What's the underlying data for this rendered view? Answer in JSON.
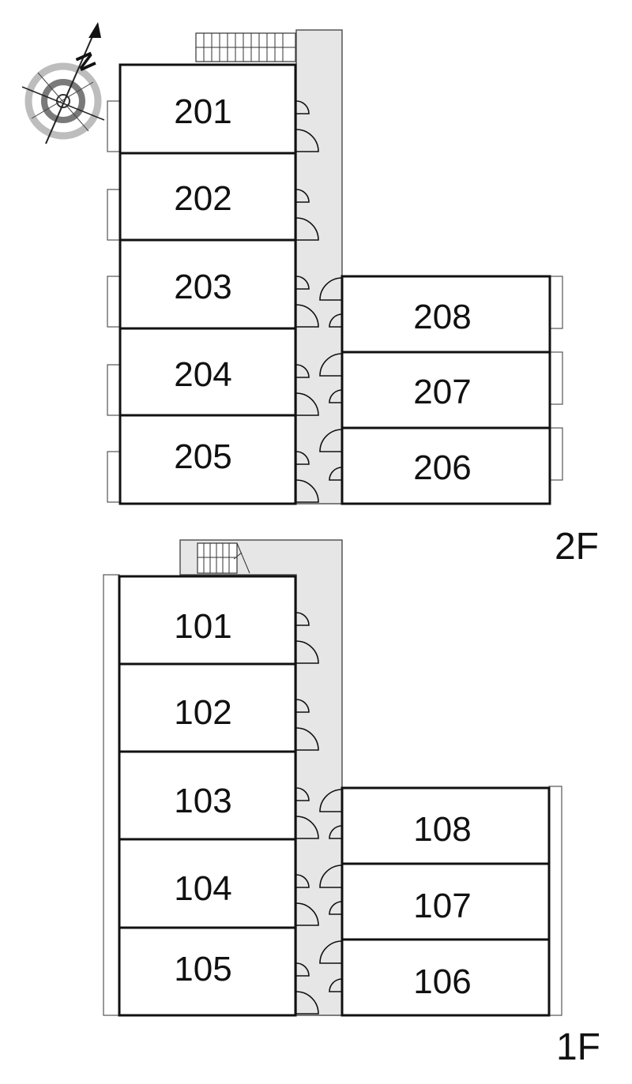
{
  "floors": [
    {
      "label": "2F",
      "west_rooms": [
        "201",
        "202",
        "203",
        "204",
        "205"
      ],
      "east_rooms": [
        "208",
        "207",
        "206"
      ]
    },
    {
      "label": "1F",
      "west_rooms": [
        "101",
        "102",
        "103",
        "104",
        "105"
      ],
      "east_rooms": [
        "108",
        "107",
        "106"
      ]
    }
  ],
  "compass": {
    "north_label": "N"
  },
  "colors": {
    "corridor": "#e6e6e6",
    "wall": "#111111",
    "compass_ring": "#9a9a9a"
  }
}
